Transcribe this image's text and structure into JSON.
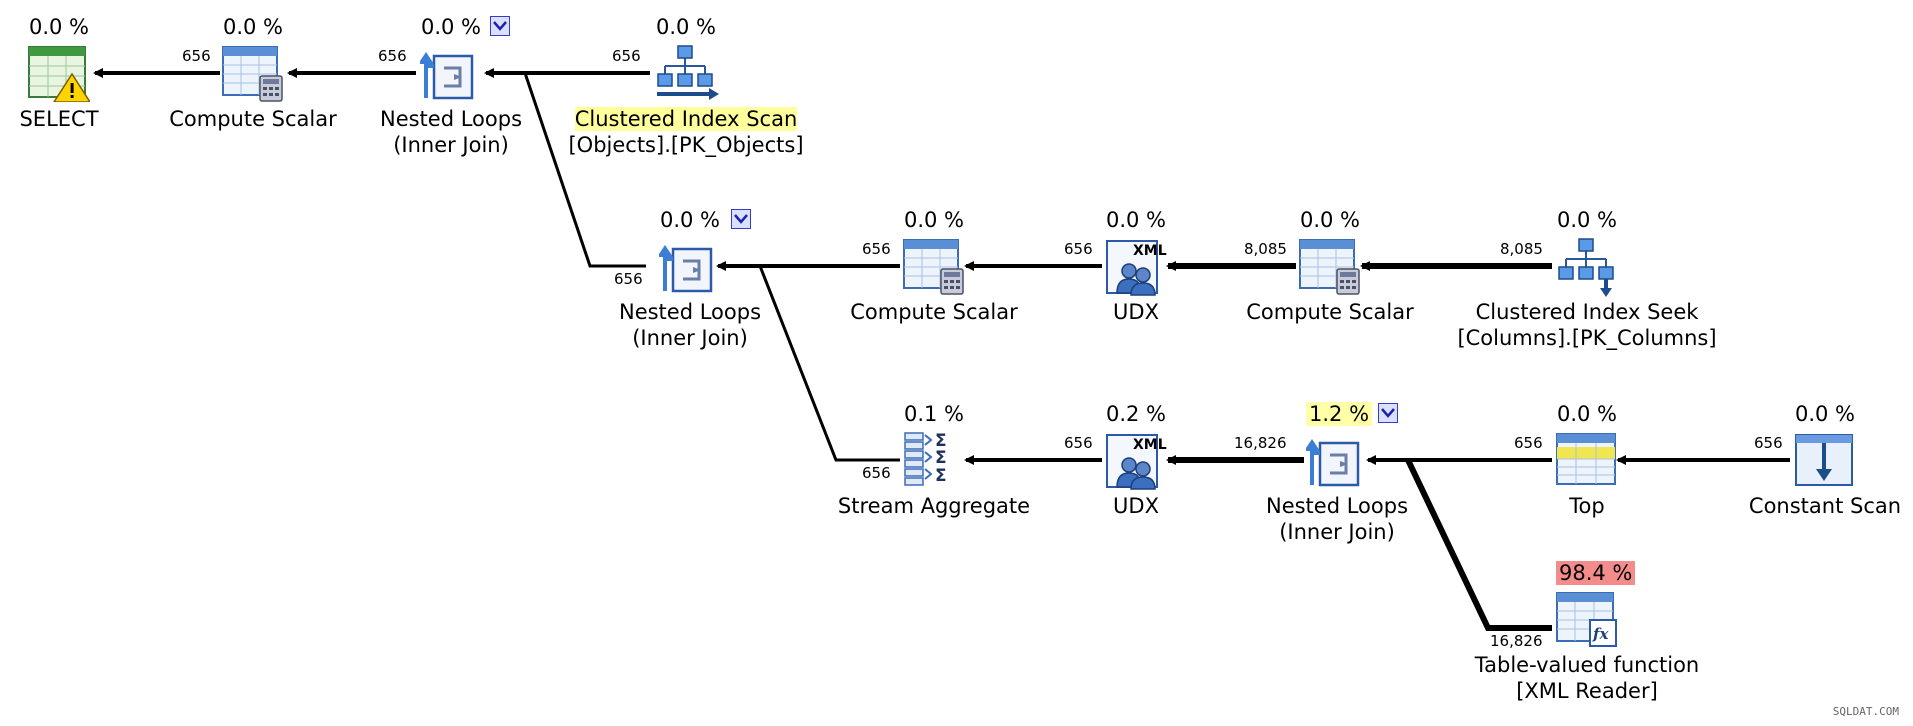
{
  "watermark": "SQLDAT.COM",
  "operators": {
    "select": {
      "pct": "0.0 %",
      "label1": "SELECT",
      "label2": "",
      "icon": "select-warning-icon"
    },
    "compute1": {
      "pct": "0.0 %",
      "label1": "Compute Scalar",
      "label2": "",
      "icon": "compute-scalar-icon"
    },
    "nl1": {
      "pct": "0.0 %",
      "label1": "Nested Loops",
      "label2": "(Inner Join)",
      "icon": "nested-loops-icon"
    },
    "cis": {
      "pct": "0.0 %",
      "label1": "Clustered Index Scan",
      "label2": "[Objects].[PK_Objects]",
      "icon": "clustered-index-scan-icon"
    },
    "nl2": {
      "pct": "0.0 %",
      "label1": "Nested Loops",
      "label2": "(Inner Join)",
      "icon": "nested-loops-icon"
    },
    "compute2": {
      "pct": "0.0 %",
      "label1": "Compute Scalar",
      "label2": "",
      "icon": "compute-scalar-icon"
    },
    "udx1": {
      "pct": "0.0 %",
      "label1": "UDX",
      "label2": "",
      "icon": "udx-xml-icon"
    },
    "compute3": {
      "pct": "0.0 %",
      "label1": "Compute Scalar",
      "label2": "",
      "icon": "compute-scalar-icon"
    },
    "seek": {
      "pct": "0.0 %",
      "label1": "Clustered Index Seek",
      "label2": "[Columns].[PK_Columns]",
      "icon": "clustered-index-seek-icon"
    },
    "agg": {
      "pct": "0.1 %",
      "label1": "Stream Aggregate",
      "label2": "",
      "icon": "stream-aggregate-icon"
    },
    "udx2": {
      "pct": "0.2 %",
      "label1": "UDX",
      "label2": "",
      "icon": "udx-xml-icon"
    },
    "nl3": {
      "pct": "1.2 %",
      "label1": "Nested Loops",
      "label2": "(Inner Join)",
      "icon": "nested-loops-icon"
    },
    "top": {
      "pct": "0.0 %",
      "label1": "Top",
      "label2": "",
      "icon": "top-icon"
    },
    "cscan": {
      "pct": "0.0 %",
      "label1": "Constant Scan",
      "label2": "",
      "icon": "constant-scan-icon"
    },
    "tvf": {
      "pct": "98.4 %",
      "label1": "Table-valued function",
      "label2": "[XML Reader]",
      "icon": "table-valued-function-icon"
    }
  },
  "edges": {
    "e1": "656",
    "e2": "656",
    "e3": "656",
    "e4": "656",
    "e5": "656",
    "e6": "656",
    "e7": "8,085",
    "e8": "8,085",
    "e9": "656",
    "e10": "656",
    "e11": "16,826",
    "e12": "656",
    "e13": "656",
    "e14": "16,826"
  }
}
